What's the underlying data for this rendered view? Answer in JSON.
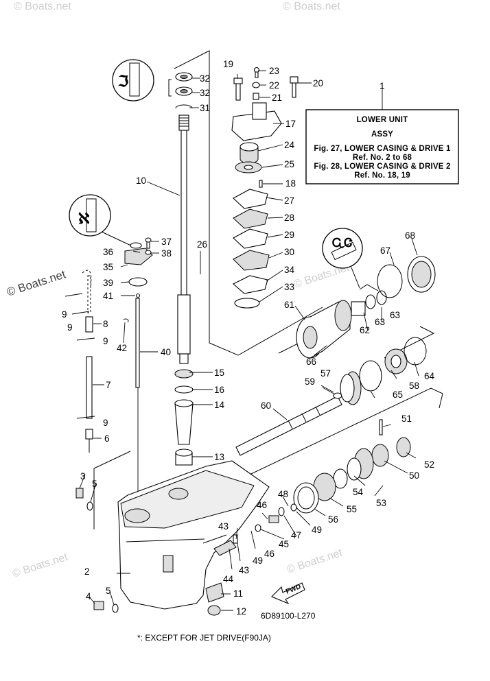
{
  "diagram": {
    "part_labels": [
      "1",
      "2",
      "3",
      "4",
      "5",
      "5",
      "6",
      "7",
      "8",
      "9",
      "9",
      "9",
      "9",
      "10",
      "11",
      "12",
      "13",
      "14",
      "15",
      "16",
      "17",
      "18",
      "19",
      "20",
      "21",
      "22",
      "23",
      "24",
      "25",
      "26",
      "27",
      "28",
      "29",
      "30",
      "31",
      "32",
      "32",
      "33",
      "34",
      "35",
      "36",
      "37",
      "38",
      "39",
      "40",
      "41",
      "42",
      "43",
      "43",
      "44",
      "45",
      "46",
      "46",
      "47",
      "48",
      "49",
      "49",
      "50",
      "51",
      "52",
      "53",
      "54",
      "55",
      "56",
      "57",
      "58",
      "59",
      "60",
      "61",
      "62",
      "63",
      "63",
      "64",
      "65",
      "66",
      "67",
      "68"
    ],
    "info_box": {
      "line1": "LOWER UNIT",
      "line2": "ASSY",
      "line3": "Fig. 27, LOWER CASING & DRIVE 1",
      "line4": "Ref. No. 2 to 68",
      "line5": "Fig. 28, LOWER CASING & DRIVE 2",
      "line6": "Ref. No. 18, 19"
    },
    "drawing_code": "6D89100-L270",
    "footnote": "*: EXCEPT FOR JET DRIVE(F90JA)",
    "fwd_label": "FWD",
    "watermarks": [
      "© Boats.net",
      "© Boats.net",
      "© Boats.net",
      "© Boats.net",
      "© Boats.net",
      "© Boats.net"
    ]
  }
}
